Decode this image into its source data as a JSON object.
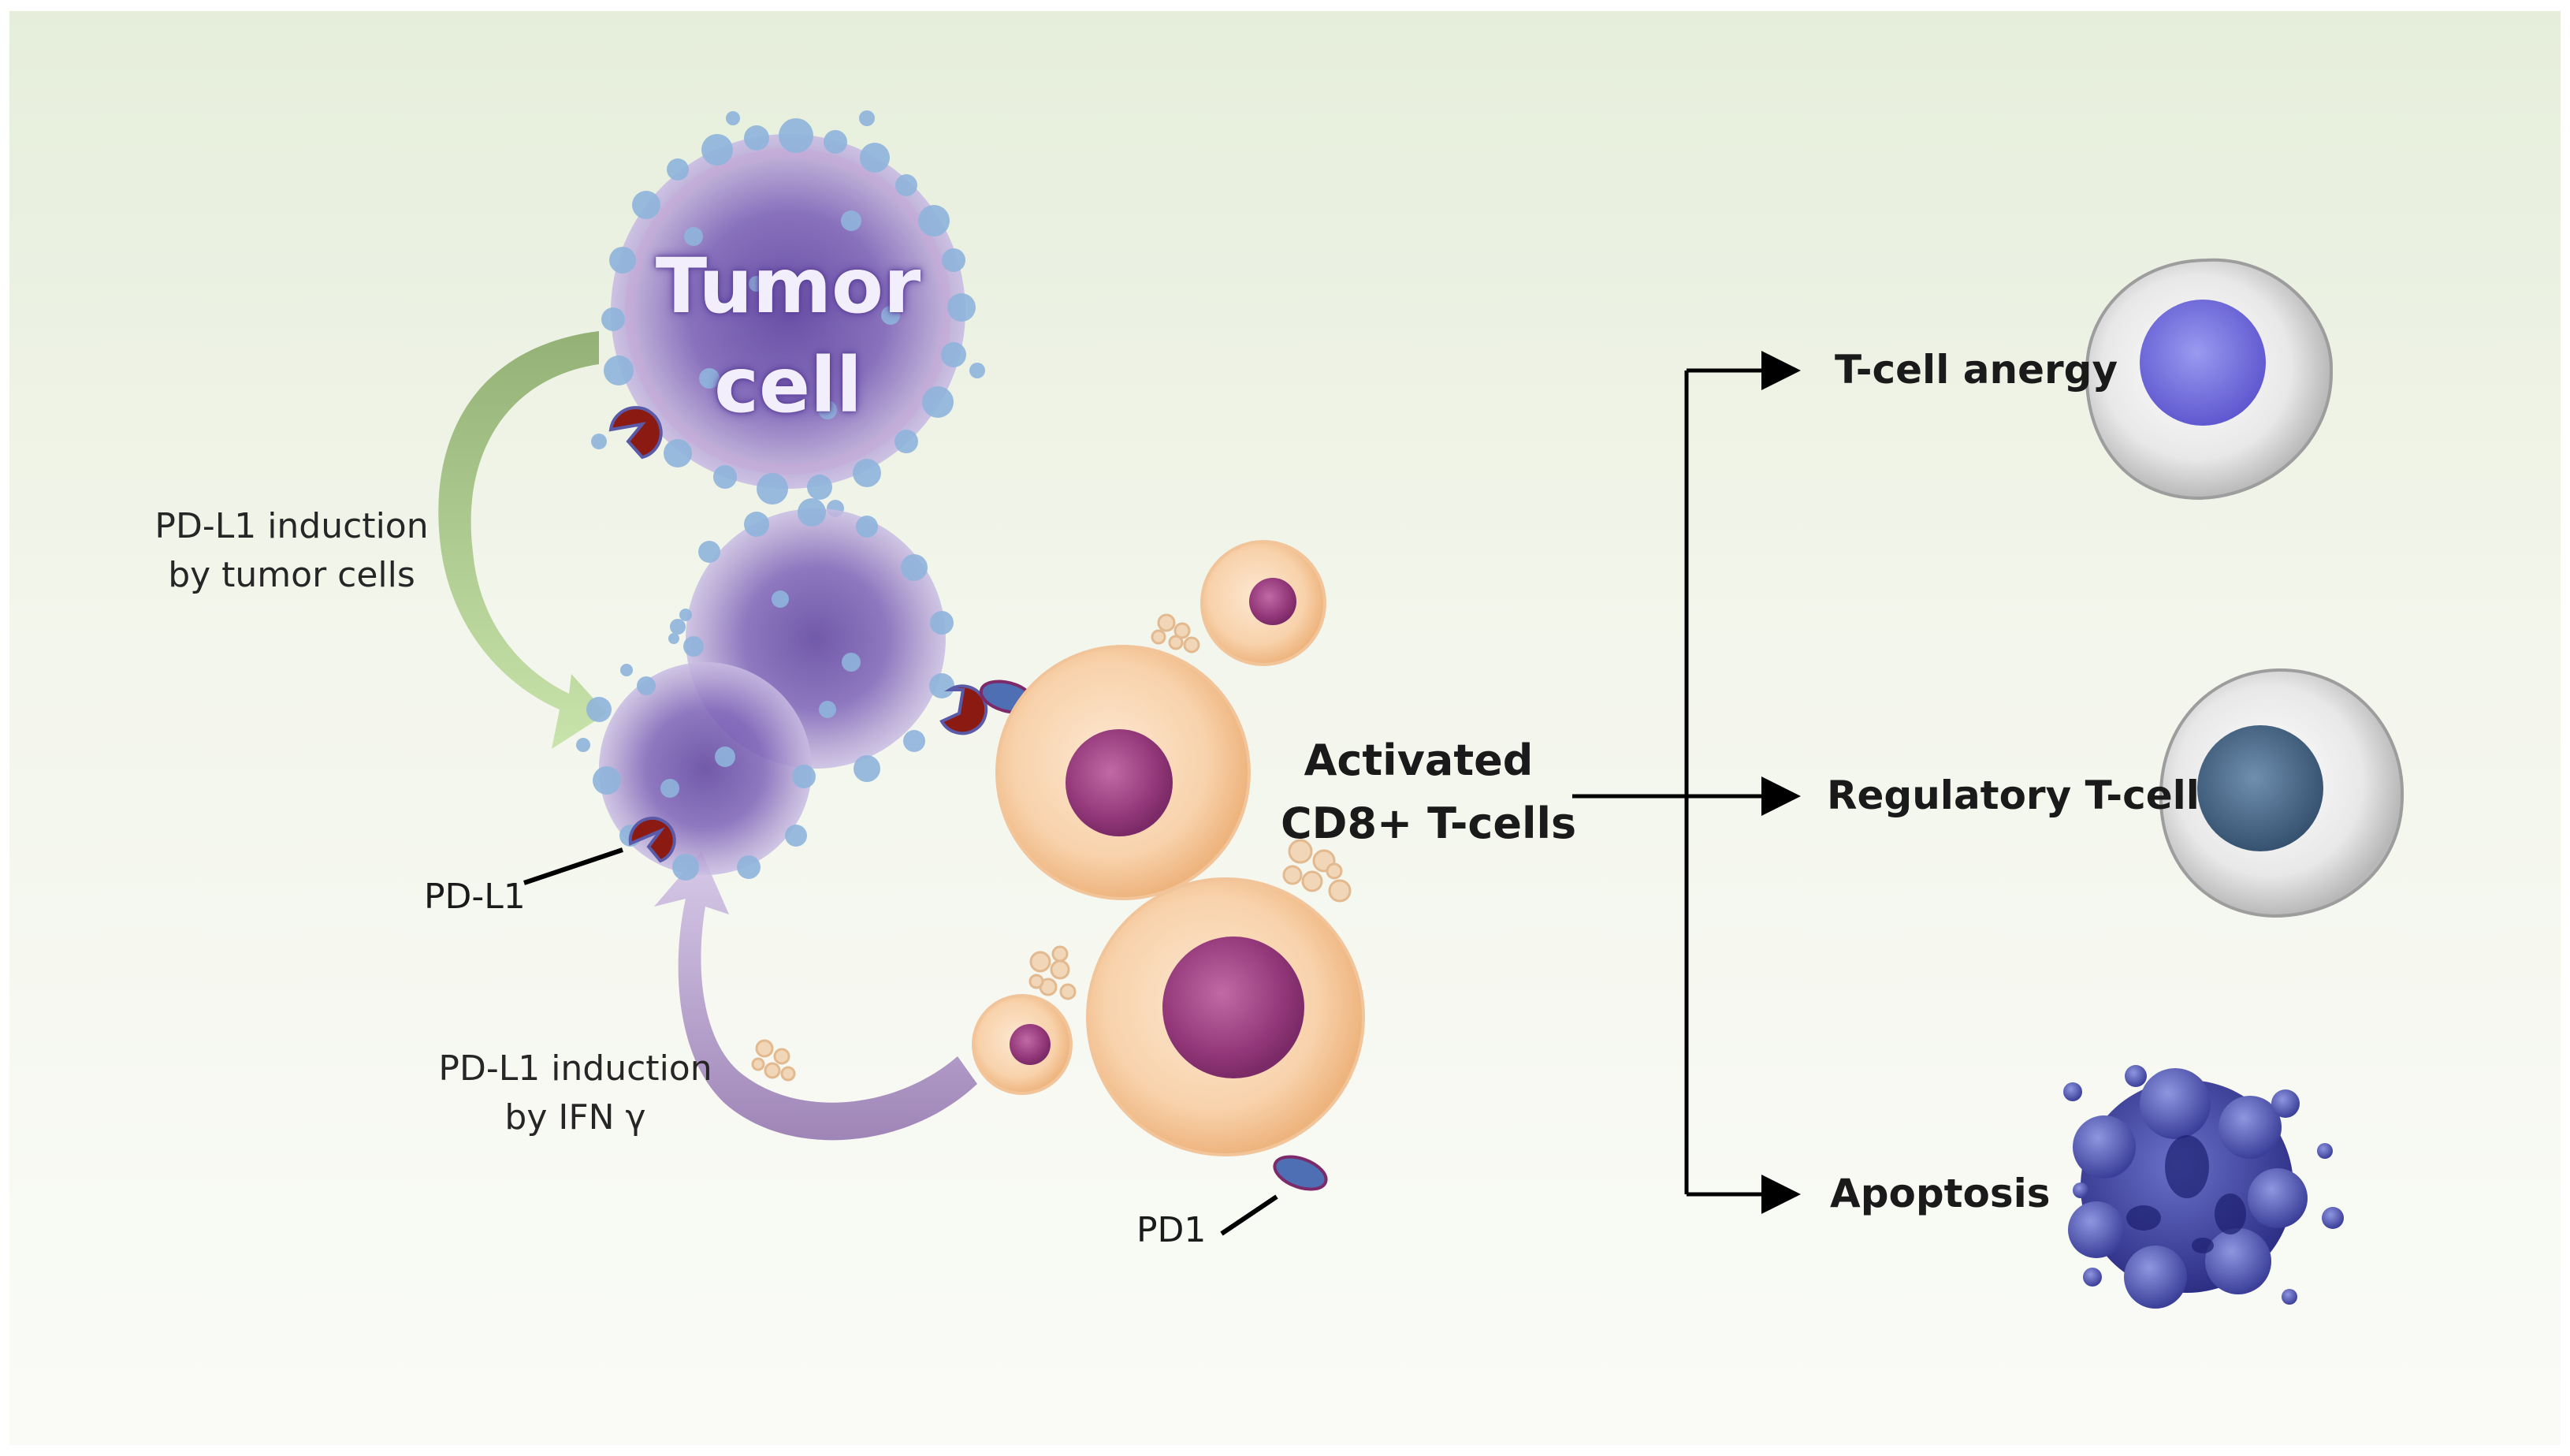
{
  "tumor_cell": {
    "line1": "Tumor",
    "line2": "cell"
  },
  "induction_tumor": {
    "line1": "PD-L1 induction",
    "line2": "by tumor cells"
  },
  "induction_ifn": {
    "line1": "PD-L1 induction",
    "line2": "by IFN γ"
  },
  "pdl1_label": "PD-L1",
  "pd1_label": "PD1",
  "activated": {
    "line1": "Activated",
    "line2": "CD8+ T-cells"
  },
  "outcomes": {
    "anergy": "T-cell anergy",
    "regulatory": "Regulatory T-cell",
    "apoptosis": "Apoptosis"
  },
  "colors": {
    "background_top": "#e6eedb",
    "tumor_purple": "#6a4fb0",
    "tumor_dots": "#8fb4dc",
    "t_cell_orange": "#f6cda4",
    "t_cell_nucleus": "#9a3f7c",
    "pdl1_red": "#8b1a12",
    "pd1_blue": "#4f6fb5",
    "arrow_green": "#8fbe6a",
    "arrow_purple": "#a28ab8",
    "anergy_nucleus": "#6f6fdc",
    "treg_nucleus": "#3f5f80",
    "apoptosis_blue": "#3a3f99"
  }
}
